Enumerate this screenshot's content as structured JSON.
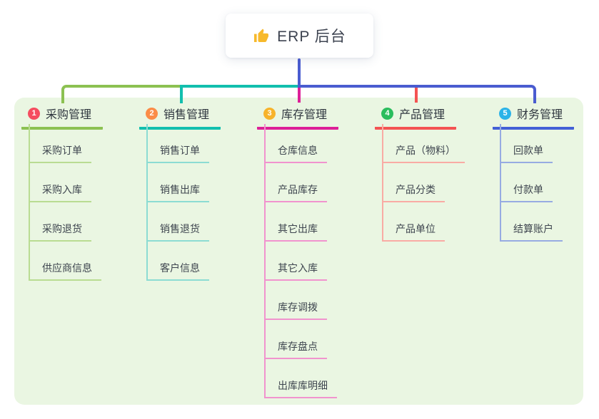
{
  "root": {
    "title": "ERP 后台",
    "icon": "thumbs-up-icon",
    "icon_color": "#f7b92b"
  },
  "panel": {
    "background": "#eaf6e2"
  },
  "trunk": {
    "color": "#4a5cd0"
  },
  "branches": [
    {
      "badge": "1",
      "badge_color": "#f54d60",
      "label": "采购管理",
      "line_color": "#8cc152",
      "child_line_color": "#b9dc92",
      "children": [
        "采购订单",
        "采购入库",
        "采购退货",
        "供应商信息"
      ]
    },
    {
      "badge": "2",
      "badge_color": "#fb8c47",
      "label": "销售管理",
      "line_color": "#12bfae",
      "child_line_color": "#8cdcd3",
      "children": [
        "销售订单",
        "销售出库",
        "销售退货",
        "客户信息"
      ]
    },
    {
      "badge": "3",
      "badge_color": "#f7b32b",
      "label": "库存管理",
      "line_color": "#dd2098",
      "child_line_color": "#f193ce",
      "children": [
        "仓库信息",
        "产品库存",
        "其它出库",
        "其它入库",
        "库存调拨",
        "库存盘点",
        "出库库明细"
      ]
    },
    {
      "badge": "4",
      "badge_color": "#2abd5d",
      "label": "产品管理",
      "line_color": "#f45353",
      "child_line_color": "#f9aba4",
      "children": [
        "产品（物料）",
        "产品分类",
        "产品单位"
      ]
    },
    {
      "badge": "5",
      "badge_color": "#2bb3e8",
      "label": "财务管理",
      "line_color": "#4360d6",
      "child_line_color": "#97abe2",
      "children": [
        "回款单",
        "付款单",
        "结算账户"
      ]
    }
  ]
}
